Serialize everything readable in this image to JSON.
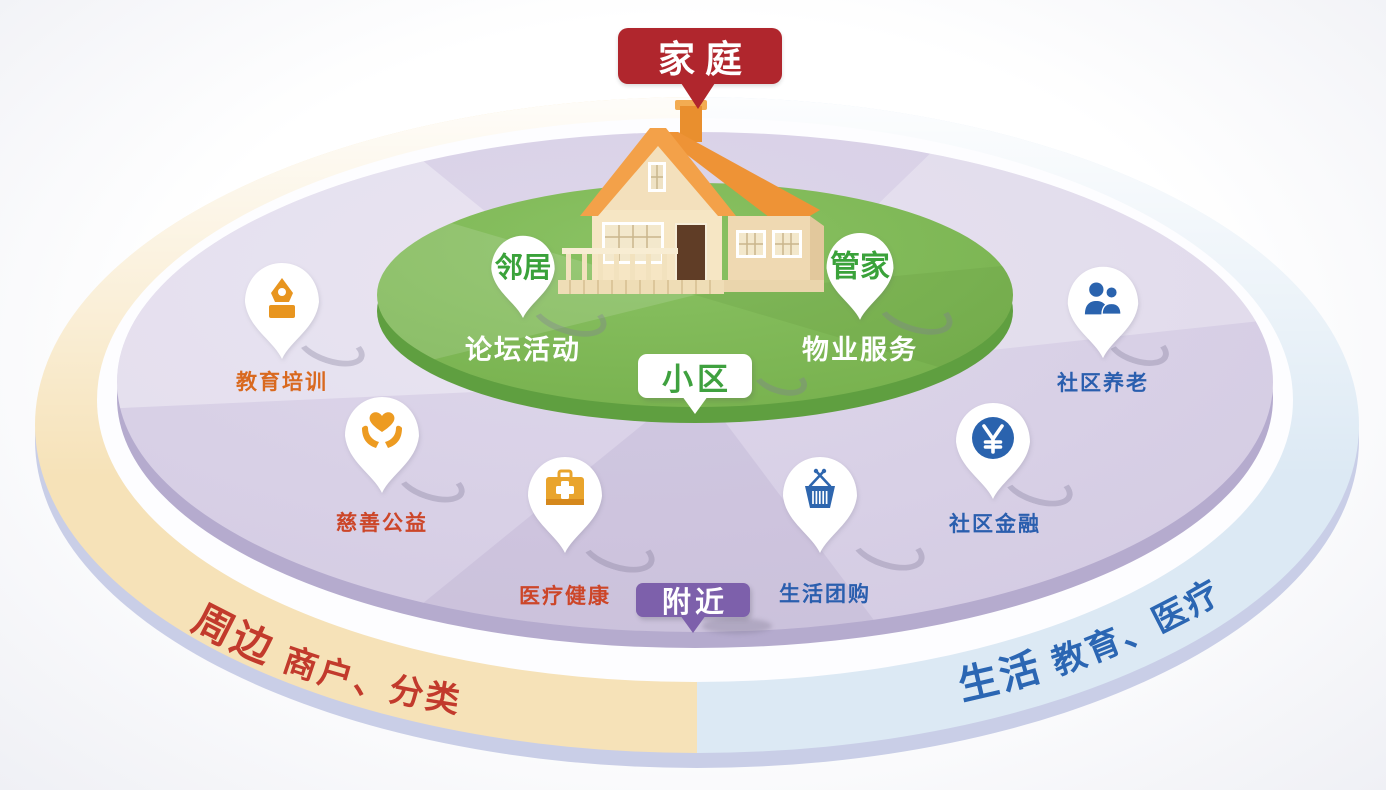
{
  "diagram": {
    "family": {
      "label": "家庭"
    },
    "zones": {
      "community": "小区",
      "nearby": "附近"
    },
    "inner_pins": [
      {
        "label": "邻居",
        "caption": "论坛活动"
      },
      {
        "label": "管家",
        "caption": "物业服务"
      }
    ],
    "outer_pins": [
      {
        "label": "教育培训",
        "icon": "pen-nib"
      },
      {
        "label": "慈善公益",
        "icon": "hands-heart"
      },
      {
        "label": "医疗健康",
        "icon": "first-aid-kit"
      },
      {
        "label": "生活团购",
        "icon": "shopping-basket"
      },
      {
        "label": "社区金融",
        "icon": "yuan-coin"
      },
      {
        "label": "社区养老",
        "icon": "people-pair"
      }
    ],
    "ring_labels": {
      "left_lead": "周边",
      "left_rest": "商户、分类",
      "right_lead": "生活",
      "right_rest": "教育、医疗"
    },
    "colors": {
      "family_red": "#b0262d",
      "community_green": "#3fa13f",
      "nearby_purple": "#7d60ab",
      "disc_green": "#7cb551",
      "disc_purple": "#d8d0e6",
      "ring_left_cream": "#f6e2b8",
      "ring_right_blue": "#dce9f4",
      "orange_accent": "#e8951f",
      "blue_accent": "#2a63ae",
      "ring_text_red": "#c23a2c",
      "ring_text_blue": "#2b66b3"
    }
  }
}
